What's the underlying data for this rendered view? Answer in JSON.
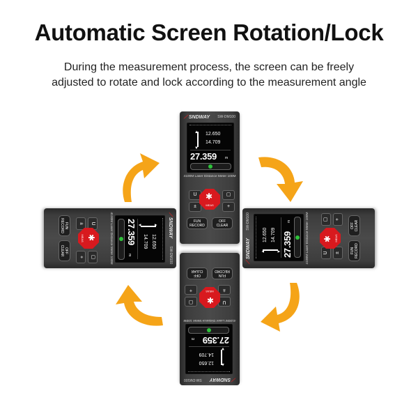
{
  "heading": {
    "title": "Automatic Screen Rotation/Lock",
    "subtitle_line1": "During the measurement process, the screen can be freely",
    "subtitle_line2": "adjusted to rotate and lock according to the measurement angle"
  },
  "device": {
    "brand": "SNDWAY",
    "model": "SW-DM100",
    "sub_value_1": "12.650",
    "sub_value_2": "14.709",
    "main_value": "27.359",
    "unit": "m",
    "product_label": "4100M Laser Distance Meter 100M",
    "buttons": {
      "fun_record_line1": "FUN",
      "fun_record_line2": "RECORD",
      "off_clear_line1": "OFF",
      "off_clear_line2": "CLEAR",
      "meas": "MEAS",
      "plus_minus": "±",
      "plus": "+",
      "unit_key": "U"
    }
  },
  "colors": {
    "arrow": "#f5a418",
    "accent_red": "#d8191e",
    "indicator_green": "#2fc33b"
  },
  "icons": [
    "rotate-arrow-icon",
    "laser-star-icon"
  ]
}
